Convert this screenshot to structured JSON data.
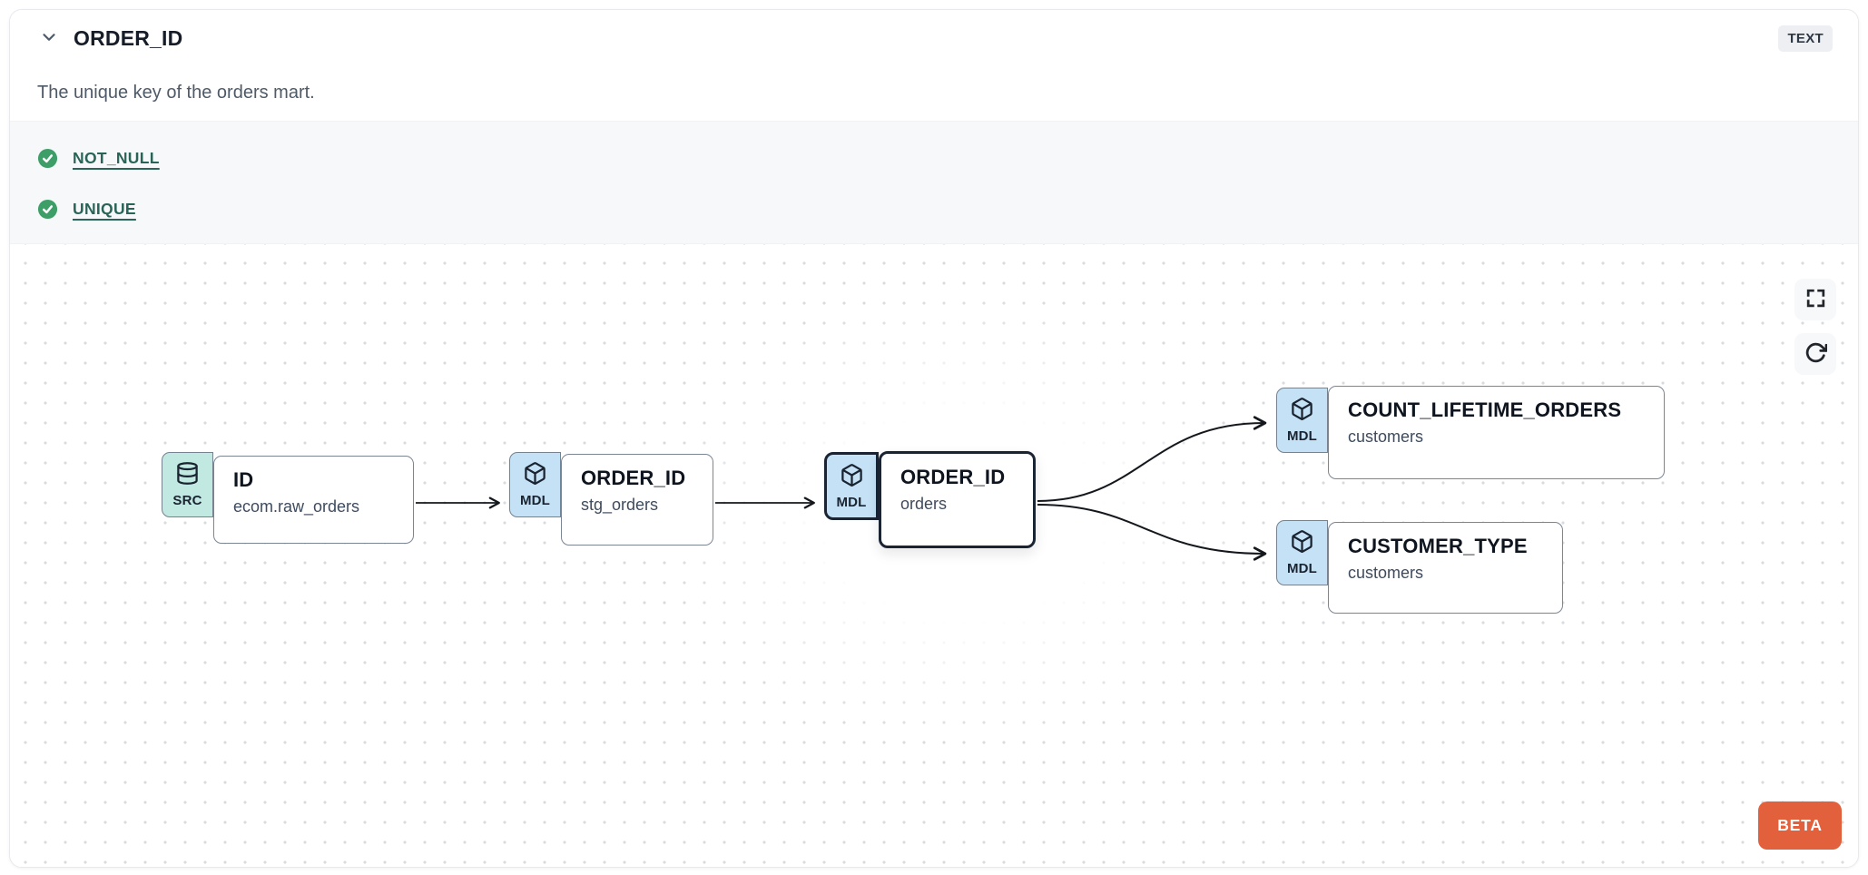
{
  "header": {
    "title": "ORDER_ID",
    "type_badge": "TEXT",
    "description": "The unique key of the orders mart."
  },
  "tests": {
    "items": [
      {
        "label": "NOT_NULL",
        "status": "pass"
      },
      {
        "label": "UNIQUE",
        "status": "pass"
      }
    ]
  },
  "lineage": {
    "nodes": [
      {
        "badge": "SRC",
        "icon": "database-icon",
        "title": "ID",
        "subtitle": "ecom.raw_orders",
        "selected": false
      },
      {
        "badge": "MDL",
        "icon": "cube-icon",
        "title": "ORDER_ID",
        "subtitle": "stg_orders",
        "selected": false
      },
      {
        "badge": "MDL",
        "icon": "cube-icon",
        "title": "ORDER_ID",
        "subtitle": "orders",
        "selected": true
      },
      {
        "badge": "MDL",
        "icon": "cube-icon",
        "title": "COUNT_LIFETIME_ORDERS",
        "subtitle": "customers",
        "selected": false
      },
      {
        "badge": "MDL",
        "icon": "cube-icon",
        "title": "CUSTOMER_TYPE",
        "subtitle": "customers",
        "selected": false
      }
    ],
    "controls": [
      {
        "name": "fullscreen"
      },
      {
        "name": "refresh"
      }
    ],
    "beta_label": "BETA"
  },
  "colors": {
    "accent_orange": "#e2603c",
    "source_badge_bg": "#c2e8e2",
    "model_badge_bg": "#c4e1f6",
    "check_green": "#3e9e68",
    "test_link_teal": "#2a6458",
    "selected_border": "#1b2433"
  }
}
